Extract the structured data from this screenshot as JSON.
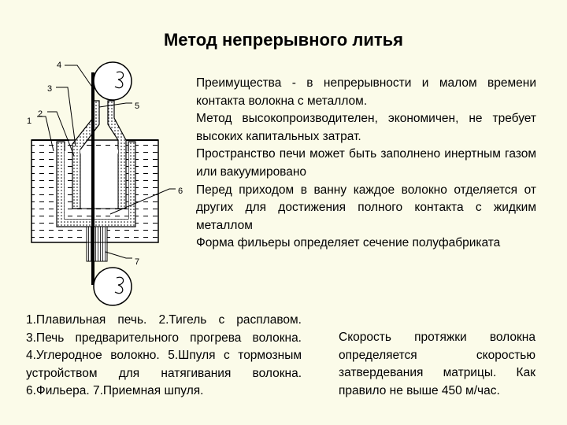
{
  "title": "Метод непрерывного литья",
  "labels": {
    "l1": "1",
    "l2": "2",
    "l3": "3",
    "l4": "4",
    "l5": "5",
    "l6": "6",
    "l7": "7"
  },
  "advantages": [
    "Преимущества - в непрерывности и малом времени контакта волокна с металлом.",
    "Метод высокопроизводителен, экономичен, не требует высоких капитальных затрат.",
    "Пространство печи может быть заполнено инертным газом или вакуумировано",
    "Перед приходом в ванну каждое волокно отделяется от других для достижения полного контакта с жидким металлом",
    "Форма фильеры определяет сечение полуфабриката"
  ],
  "caption": "1.Плавильная печь. 2.Тигель с расплавом. 3.Печь предварительного прогрева волокна. 4.Углеродное волокно. 5.Шпуля с тормозным устройством для натягивания волокна. 6.Фильера. 7.Приемная шпуля.",
  "note": "Скорость протяжки волокна определяется скоростью затвердевания матрицы. Как правило не выше 450 м/час."
}
